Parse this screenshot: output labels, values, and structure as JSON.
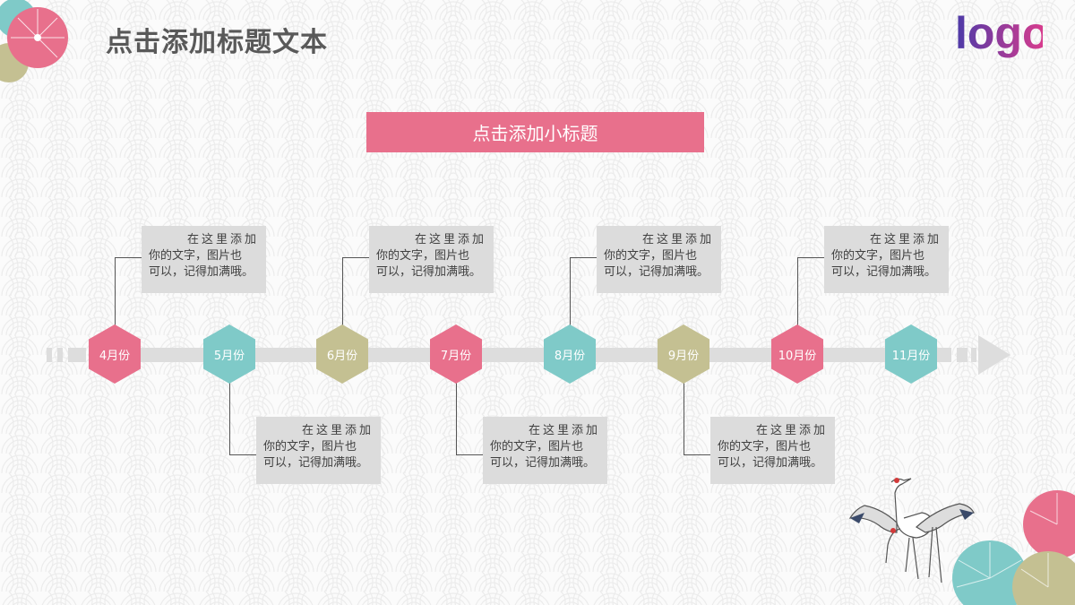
{
  "title": "点击添加标题文本",
  "logo_text": "logo",
  "subtitle": "点击添加小标题",
  "colors": {
    "pink": "#e8708c",
    "teal": "#7fcac8",
    "olive": "#c4c092",
    "box": "#dcdcdc",
    "arrow": "#dddddd"
  },
  "timeline": [
    {
      "month": "4月份",
      "color": "pink",
      "box_position": "above",
      "text": {
        "l1": "在这里添加",
        "l2": "你的文字，图片也",
        "l3": "可以，记得加满哦。"
      }
    },
    {
      "month": "5月份",
      "color": "teal",
      "box_position": "below",
      "text": {
        "l1": "在这里添加",
        "l2": "你的文字，图片也",
        "l3": "可以，记得加满哦。"
      }
    },
    {
      "month": "6月份",
      "color": "olive",
      "box_position": "above",
      "text": {
        "l1": "在这里添加",
        "l2": "你的文字，图片也",
        "l3": "可以，记得加满哦。"
      }
    },
    {
      "month": "7月份",
      "color": "pink",
      "box_position": "below",
      "text": {
        "l1": "在这里添加",
        "l2": "你的文字，图片也",
        "l3": "可以，记得加满哦。"
      }
    },
    {
      "month": "8月份",
      "color": "teal",
      "box_position": "above",
      "text": {
        "l1": "在这里添加",
        "l2": "你的文字，图片也",
        "l3": "可以，记得加满哦。"
      }
    },
    {
      "month": "9月份",
      "color": "olive",
      "box_position": "below",
      "text": {
        "l1": "在这里添加",
        "l2": "你的文字，图片也",
        "l3": "可以，记得加满哦。"
      }
    },
    {
      "month": "10月份",
      "color": "pink",
      "box_position": "above",
      "text": {
        "l1": "在这里添加",
        "l2": "你的文字，图片也",
        "l3": "可以，记得加满哦。"
      }
    },
    {
      "month": "11月份",
      "color": "teal",
      "box_position": "none"
    }
  ]
}
